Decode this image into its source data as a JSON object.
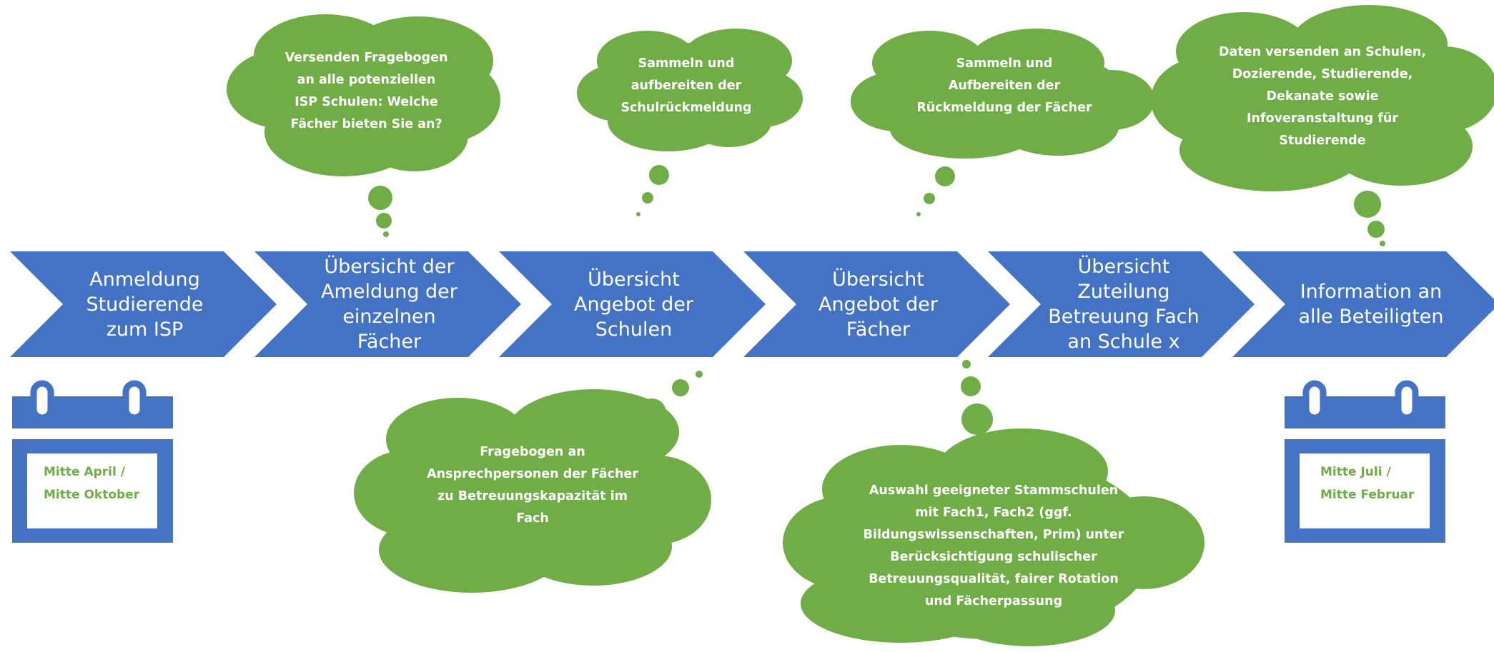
{
  "colors": {
    "arrow": "#4472c4",
    "cloud": "#70ad47",
    "calendar": "#4472c4",
    "cloud_text": "#ffffff",
    "calendar_text": "#70ad47"
  },
  "steps": [
    {
      "text": "Anmeldung\nStudierende\nzum ISP"
    },
    {
      "text": "Übersicht der\nAmeldung der\neinzelnen\nFächer"
    },
    {
      "text": "Übersicht\nAngebot der\nSchulen"
    },
    {
      "text": "Übersicht\nAngebot der\nFächer"
    },
    {
      "text": "Übersicht\nZuteilung\nBetreuung Fach\nan Schule x"
    },
    {
      "text": "Information an\nalle Beteiligten"
    }
  ],
  "clouds": [
    {
      "text": "Versenden Fragebogen\nan alle potenziellen\nISP Schulen: Welche\nFächer bieten Sie an?"
    },
    {
      "text": "Sammeln und\naufbereiten der\nSchulrückmeldung"
    },
    {
      "text": "Sammeln und\nAufbereiten der\nRückmeldung der Fächer"
    },
    {
      "text": "Daten versenden an Schulen,\nDozierende, Studierende,\nDekanate sowie\nInfoveranstaltung für\nStudierende"
    },
    {
      "text": "Fragebogen an\nAnsprechpersonen der Fächer\nzu Betreuungskapazität im\nFach"
    },
    {
      "text": "Auswahl geeigneter Stammschulen\nmit Fach1, Fach2 (ggf.\nBildungswissenschaften, Prim) unter\nBerücksichtigung schulischer\nBetreuungsqualität, fairer Rotation\nund Fächerpassung"
    }
  ],
  "calendars": [
    {
      "text": "Mitte April /\nMitte Oktober",
      "icon": "calendar-icon"
    },
    {
      "text": "Mitte Juli /\nMitte Februar",
      "icon": "calendar-icon"
    }
  ]
}
